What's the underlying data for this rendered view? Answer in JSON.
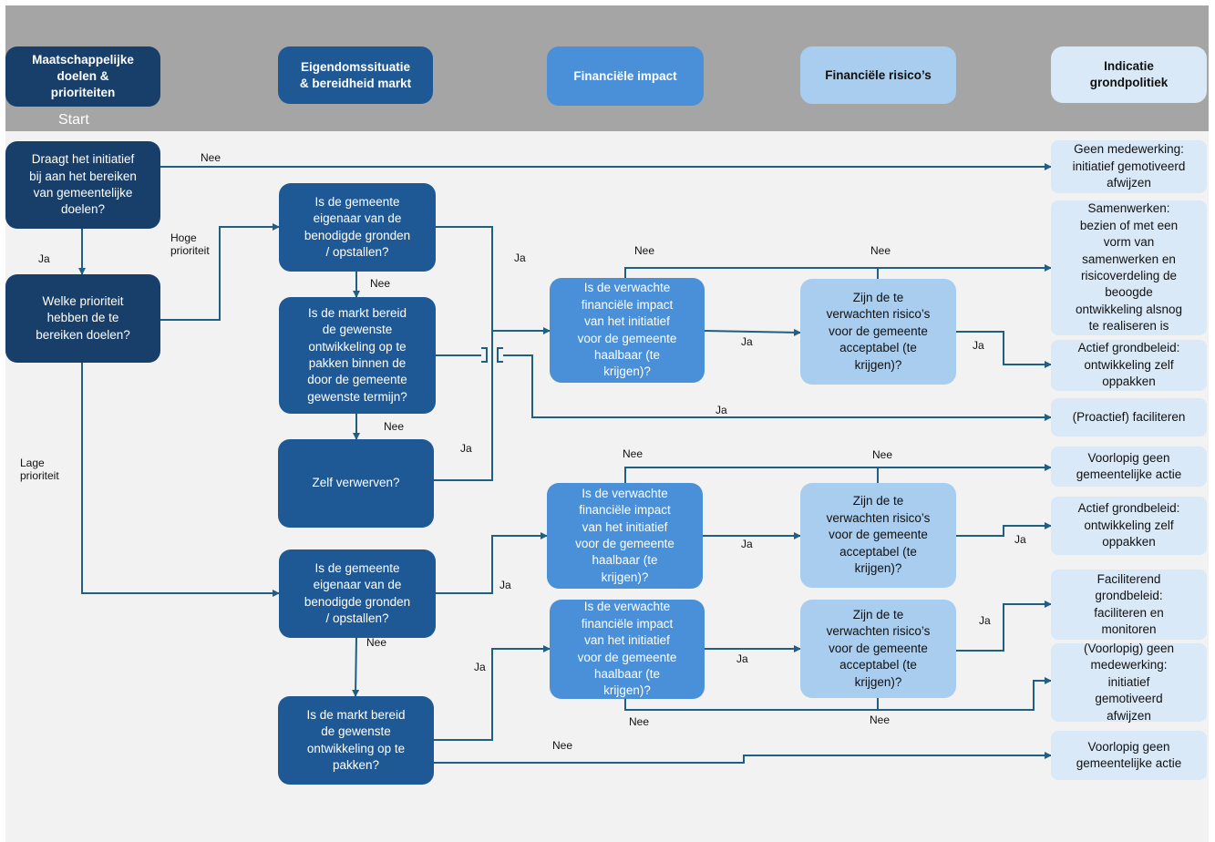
{
  "headers": {
    "col1": "Maatschappelijke\ndoelen &\nprioriteiten",
    "col2": "Eigendomssituatie\n& bereidheid markt",
    "col3": "Financiële impact",
    "col4": "Financiële risico’s",
    "col5": "Indicatie\ngrondpolitiek",
    "start": "Start"
  },
  "decisions": {
    "d1": "Draagt het initiatief\nbij aan het bereiken\nvan gemeentelijke\ndoelen?",
    "d2": "Welke prioriteit\nhebben de te\nbereiken doelen?",
    "d3": "Is de gemeente\neigenaar van de\nbenodigde gronden\n/ opstallen?",
    "d4": "Is de markt bereid\nde gewenste\nontwikkeling op te\npakken binnen de\ndoor de gemeente\ngewenste termijn?",
    "d5": "Zelf verwerven?",
    "d6": "Is de gemeente\neigenaar van de\nbenodigde gronden\n/ opstallen?",
    "d7": "Is de markt bereid\nde gewenste\nontwikkeling op te\npakken?",
    "f1": "Is de verwachte\nfinanciële impact\nvan het initiatief\nvoor de gemeente\nhaalbaar (te\nkrijgen)?",
    "f2": "Is de verwachte\nfinanciële impact\nvan het initiatief\nvoor de gemeente\nhaalbaar (te\nkrijgen)?",
    "f3": "Is de verwachte\nfinanciële impact\nvan het initiatief\nvoor de gemeente\nhaalbaar (te\nkrijgen)?",
    "r1": "Zijn de te\nverwachten risico’s\nvoor de gemeente\nacceptabel (te\nkrijgen)?",
    "r2": "Zijn de te\nverwachten risico’s\nvoor de gemeente\nacceptabel (te\nkrijgen)?",
    "r3": "Zijn de te\nverwachten risico’s\nvoor de gemeente\nacceptabel (te\nkrijgen)?"
  },
  "outcomes": {
    "o1": "Geen medewerking:\ninitiatief gemotiveerd\nafwijzen",
    "o2": "Samenwerken:\nbezien of met een\nvorm van\nsamenwerken en\nrisicoverdeling de\nbeoogde\nontwikkeling alsnog\nte realiseren is",
    "o3": "Actief grondbeleid:\nontwikkeling zelf\noppakken",
    "o4": "(Proactief) faciliteren",
    "o5": "Voorlopig geen\ngemeentelijke actie",
    "o6": "Actief grondbeleid:\nontwikkeling zelf\noppakken",
    "o7": "Faciliterend\ngrondbeleid:\nfaciliteren en\nmonitoren",
    "o8": "(Voorlopig) geen\nmedewerking:\ninitiatief\ngemotiveerd\nafwijzen",
    "o9": "Voorlopig geen\ngemeentelijke actie"
  },
  "labels": {
    "nee1": "Nee",
    "ja1": "Ja",
    "hoge": "Hoge\nprioriteit",
    "lage": "Lage\nprioriteit",
    "ja_d3": "Ja",
    "nee_d3": "Nee",
    "nee_d4": "Nee",
    "ja_d5": "Ja",
    "nee_f1": "Nee",
    "ja_f1": "Ja",
    "nee_r1": "Nee",
    "ja_r1": "Ja",
    "ja_d4": "Ja",
    "nee_f2": "Nee",
    "ja_f2": "Ja",
    "nee_r2": "Nee",
    "ja_r2": "Ja",
    "ja_d6": "Ja",
    "nee_d6": "Nee",
    "ja_d7": "Ja",
    "ja_f3": "Ja",
    "ja_r3": "Ja",
    "nee_f3": "Nee",
    "nee_r3": "Nee",
    "nee_d7": "Nee"
  },
  "colors": {
    "header_band": "#a5a5a5",
    "canvas": "#f2f2f2",
    "connector": "#1f5f82",
    "navy": "#183e6a",
    "dark_blue": "#1e5996",
    "mid_blue": "#4a90d9",
    "light_blue": "#a8cdee",
    "pale_blue": "#dae9f7"
  }
}
